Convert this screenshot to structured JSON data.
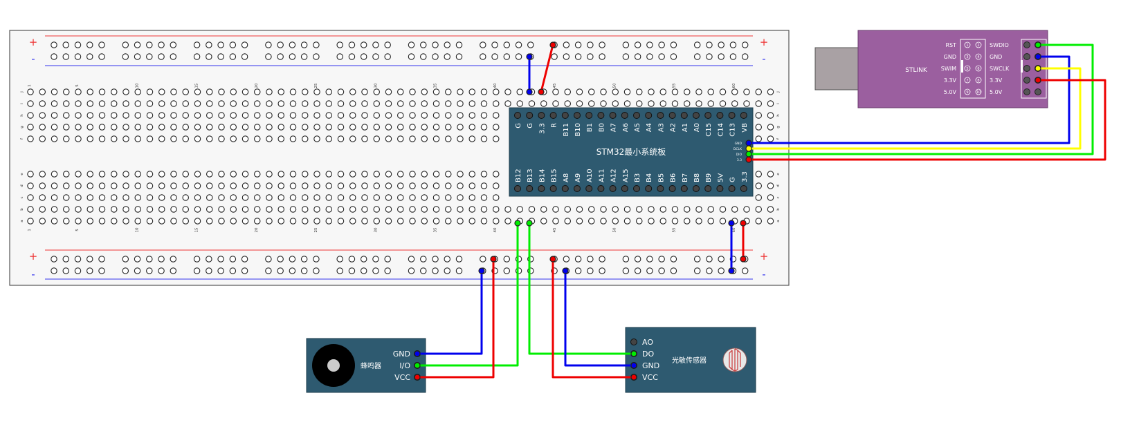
{
  "breadboard": {
    "plus_sign": "+",
    "minus_sign": "-",
    "column_numbers": [
      "1",
      "5",
      "10",
      "15",
      "20",
      "25",
      "30",
      "35",
      "40",
      "45",
      "50",
      "55",
      "60"
    ],
    "row_letters_top": [
      "j",
      "i",
      "h",
      "g",
      "f"
    ],
    "row_letters_bottom": [
      "e",
      "d",
      "c",
      "b",
      "a"
    ]
  },
  "stm32": {
    "title": "STM32最小系统板",
    "top_pins": [
      "G",
      "G",
      "3.3",
      "R",
      "B11",
      "B10",
      "B1",
      "B0",
      "A7",
      "A6",
      "A5",
      "A4",
      "A3",
      "A2",
      "A1",
      "A0",
      "C15",
      "C14",
      "C13",
      "VB"
    ],
    "bottom_pins": [
      "B12",
      "B13",
      "B14",
      "B15",
      "A8",
      "A9",
      "A10",
      "A11",
      "A12",
      "A15",
      "B3",
      "B4",
      "B5",
      "B6",
      "B7",
      "B8",
      "B9",
      "5V",
      "G",
      "3.3"
    ],
    "side_pins": [
      "GND",
      "DCLK",
      "DIO",
      "3.3"
    ]
  },
  "stlink": {
    "title": "STLINK",
    "left_labels": [
      "RST",
      "GND",
      "SWIM",
      "3.3V",
      "5.0V"
    ],
    "right_labels": [
      "SWDIO",
      "GND",
      "SWCLK",
      "3.3V",
      "5.0V"
    ],
    "left_pin_numbers": [
      "1",
      "3",
      "5",
      "7",
      "9"
    ],
    "right_pin_numbers": [
      "2",
      "4",
      "6",
      "8",
      "10"
    ]
  },
  "buzzer": {
    "title": "蜂鸣器",
    "pins": [
      "GND",
      "I/O",
      "VCC"
    ]
  },
  "light_sensor": {
    "title": "光敏传感器",
    "pins": [
      "AO",
      "DO",
      "GND",
      "VCC"
    ]
  },
  "colors": {
    "gnd_wire": "#0000ee",
    "vcc_wire": "#ee0000",
    "signal_wire": "#00ee00",
    "clock_wire": "#ffff00",
    "board_blue": "#2e5a70",
    "stlink_purple": "#9b5f9f",
    "breadboard_bg": "#f7f7f7"
  }
}
